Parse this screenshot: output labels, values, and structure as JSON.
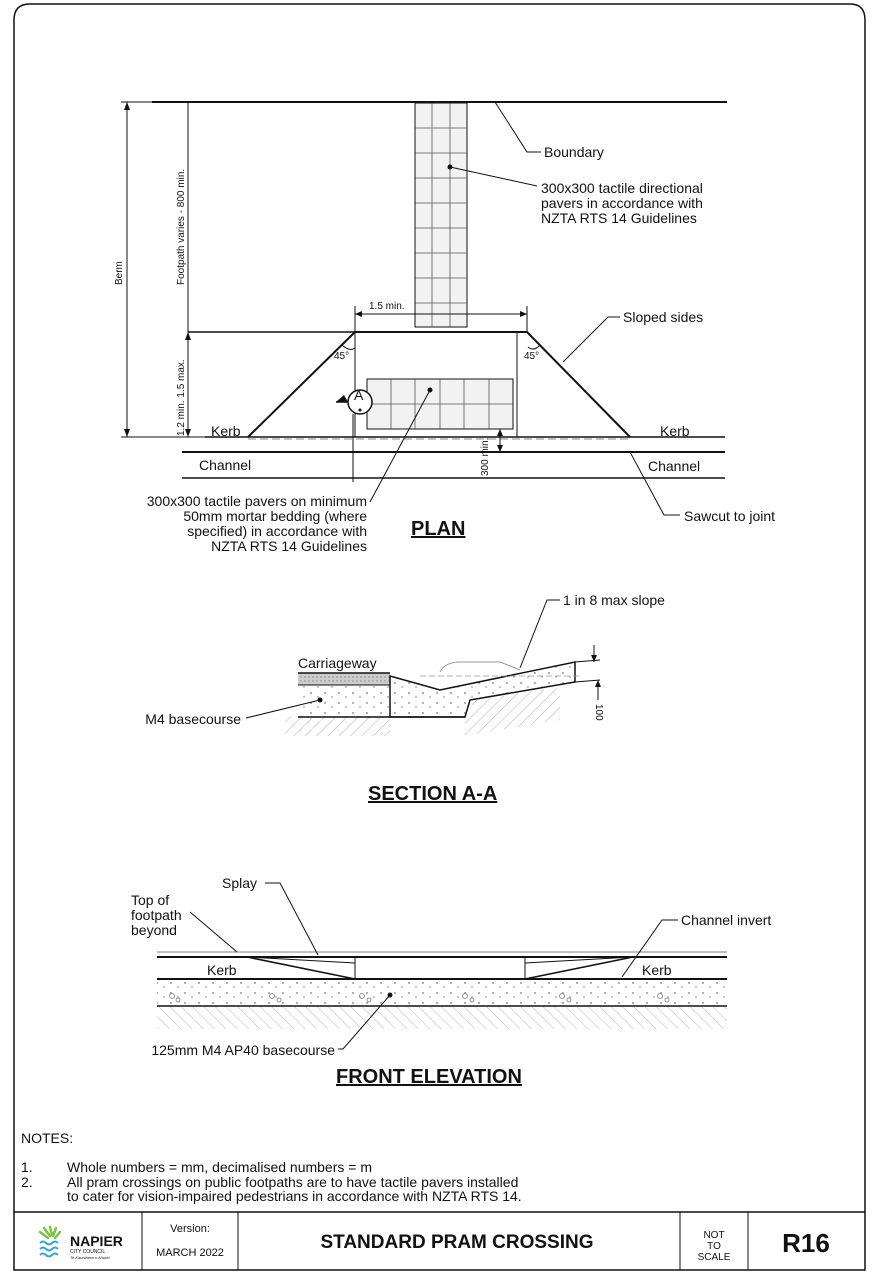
{
  "plan": {
    "title": "PLAN",
    "boundary": "Boundary",
    "directional_pavers": [
      "300x300 tactile directional",
      "pavers in accordance with",
      "NZTA RTS 14 Guidelines"
    ],
    "sloped_sides": "Sloped sides",
    "dim_width": "1.5 min.",
    "angle_left": "45°",
    "angle_right": "45°",
    "berm": "Berm",
    "footpath_varies": "Footpath varies - 800 min.",
    "ramp_length": "1.2 min. 1.5 max.",
    "section_marker": "A",
    "kerb_left": "Kerb",
    "kerb_right": "Kerb",
    "channel_left": "Channel",
    "channel_right": "Channel",
    "offset_dim": "300 min.",
    "sawcut": "Sawcut to joint",
    "warning_pavers": [
      "300x300 tactile pavers on minimum",
      "50mm mortar bedding (where",
      "specified) in accordance with",
      "NZTA RTS 14 Guidelines"
    ]
  },
  "section": {
    "title": "SECTION A-A",
    "slope": "1 in 8 max slope",
    "carriageway": "Carriageway",
    "basecourse": "M4 basecourse",
    "dim": "100"
  },
  "elevation": {
    "title": "FRONT ELEVATION",
    "splay": "Splay",
    "top_footpath": [
      "Top of",
      "footpath",
      "beyond"
    ],
    "channel_invert": "Channel invert",
    "kerb_left": "Kerb",
    "kerb_right": "Kerb",
    "basecourse": "125mm M4 AP40 basecourse"
  },
  "notes": {
    "heading": "NOTES:",
    "items": [
      {
        "num": "1.",
        "lines": [
          "Whole numbers = mm, decimalised numbers = m"
        ]
      },
      {
        "num": "2.",
        "lines": [
          "All pram crossings on public footpaths are to have tactile pavers installed",
          "to cater for vision-impaired pedestrians in accordance with NZTA RTS 14."
        ]
      }
    ]
  },
  "titleblock": {
    "logo_name": "NAPIER",
    "logo_sub": "CITY COUNCIL",
    "logo_tag": "Te Kaunihera o Ahuriri",
    "version_label": "Version:",
    "version_value": "MARCH 2022",
    "title": "STANDARD PRAM CROSSING",
    "scale": [
      "NOT",
      "TO",
      "SCALE"
    ],
    "code": "R16"
  },
  "colors": {
    "line": "#111111",
    "paver_fill": "#f2f2f2",
    "logo_green": "#7cc242",
    "logo_blue": "#2aa7d8"
  }
}
